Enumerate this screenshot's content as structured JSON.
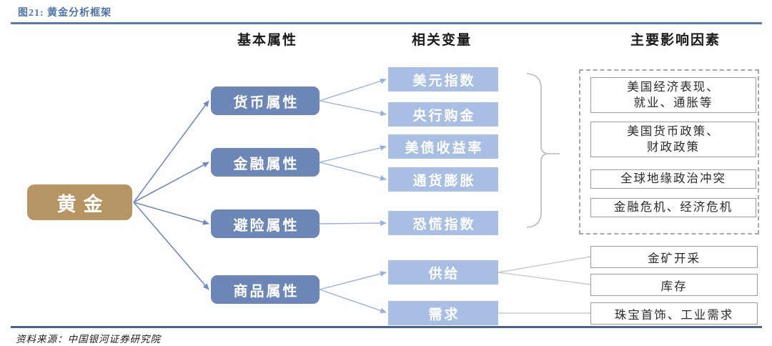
{
  "figure": {
    "title": "图21: 黄金分析框架",
    "source": "资料来源：中国银河证券研究院"
  },
  "headers": {
    "basic_attributes": "基本属性",
    "related_variables": "相关变量",
    "main_factors": "主要影响因素"
  },
  "root": {
    "label": "黄金"
  },
  "attributes": [
    {
      "label": "货币属性"
    },
    {
      "label": "金融属性"
    },
    {
      "label": "避险属性"
    },
    {
      "label": "商品属性"
    }
  ],
  "variables": [
    {
      "label": "美元指数"
    },
    {
      "label": "央行购金"
    },
    {
      "label": "美债收益率"
    },
    {
      "label": "通货膨胀"
    },
    {
      "label": "恐慌指数"
    },
    {
      "label": "供给"
    },
    {
      "label": "需求"
    }
  ],
  "factors": [
    {
      "line1": "美国经济表现、",
      "line2": "就业、通胀等"
    },
    {
      "line1": "美国货币政策、",
      "line2": "财政政策"
    },
    {
      "line1": "全球地缘政治冲突"
    },
    {
      "line1": "金融危机、经济危机"
    }
  ],
  "supply_demand_factors": [
    {
      "label": "金矿开采"
    },
    {
      "label": "库存"
    },
    {
      "label": "珠宝首饰、工业需求"
    }
  ],
  "edges": [
    {
      "from": "黄金",
      "to": "货币属性"
    },
    {
      "from": "黄金",
      "to": "金融属性"
    },
    {
      "from": "黄金",
      "to": "避险属性"
    },
    {
      "from": "黄金",
      "to": "商品属性"
    },
    {
      "from": "货币属性",
      "to": "美元指数"
    },
    {
      "from": "货币属性",
      "to": "央行购金"
    },
    {
      "from": "金融属性",
      "to": "美债收益率"
    },
    {
      "from": "金融属性",
      "to": "通货膨胀"
    },
    {
      "from": "避险属性",
      "to": "恐慌指数"
    },
    {
      "from": "商品属性",
      "to": "供给"
    },
    {
      "from": "商品属性",
      "to": "需求"
    },
    {
      "from": "美元指数/央行购金/美债收益率/通货膨胀/恐慌指数",
      "to": "主要影响因素"
    },
    {
      "from": "供给",
      "to": "金矿开采"
    },
    {
      "from": "供给",
      "to": "库存"
    },
    {
      "from": "需求",
      "to": "珠宝首饰、工业需求"
    }
  ],
  "colors": {
    "title_blue": "#4E74A8",
    "rule_blue": "#5B7CA8",
    "bottom_rule_blue": "#48658F",
    "gold": "#B79463",
    "attribute_blue": "#6C86B8",
    "variable_blue": "#A8BEE3",
    "arrow_dark": "#7289C0",
    "arrow_light": "#9AB1DC",
    "connector_gray": "#C9C9C9",
    "brace_gray": "#B9B9B9"
  }
}
